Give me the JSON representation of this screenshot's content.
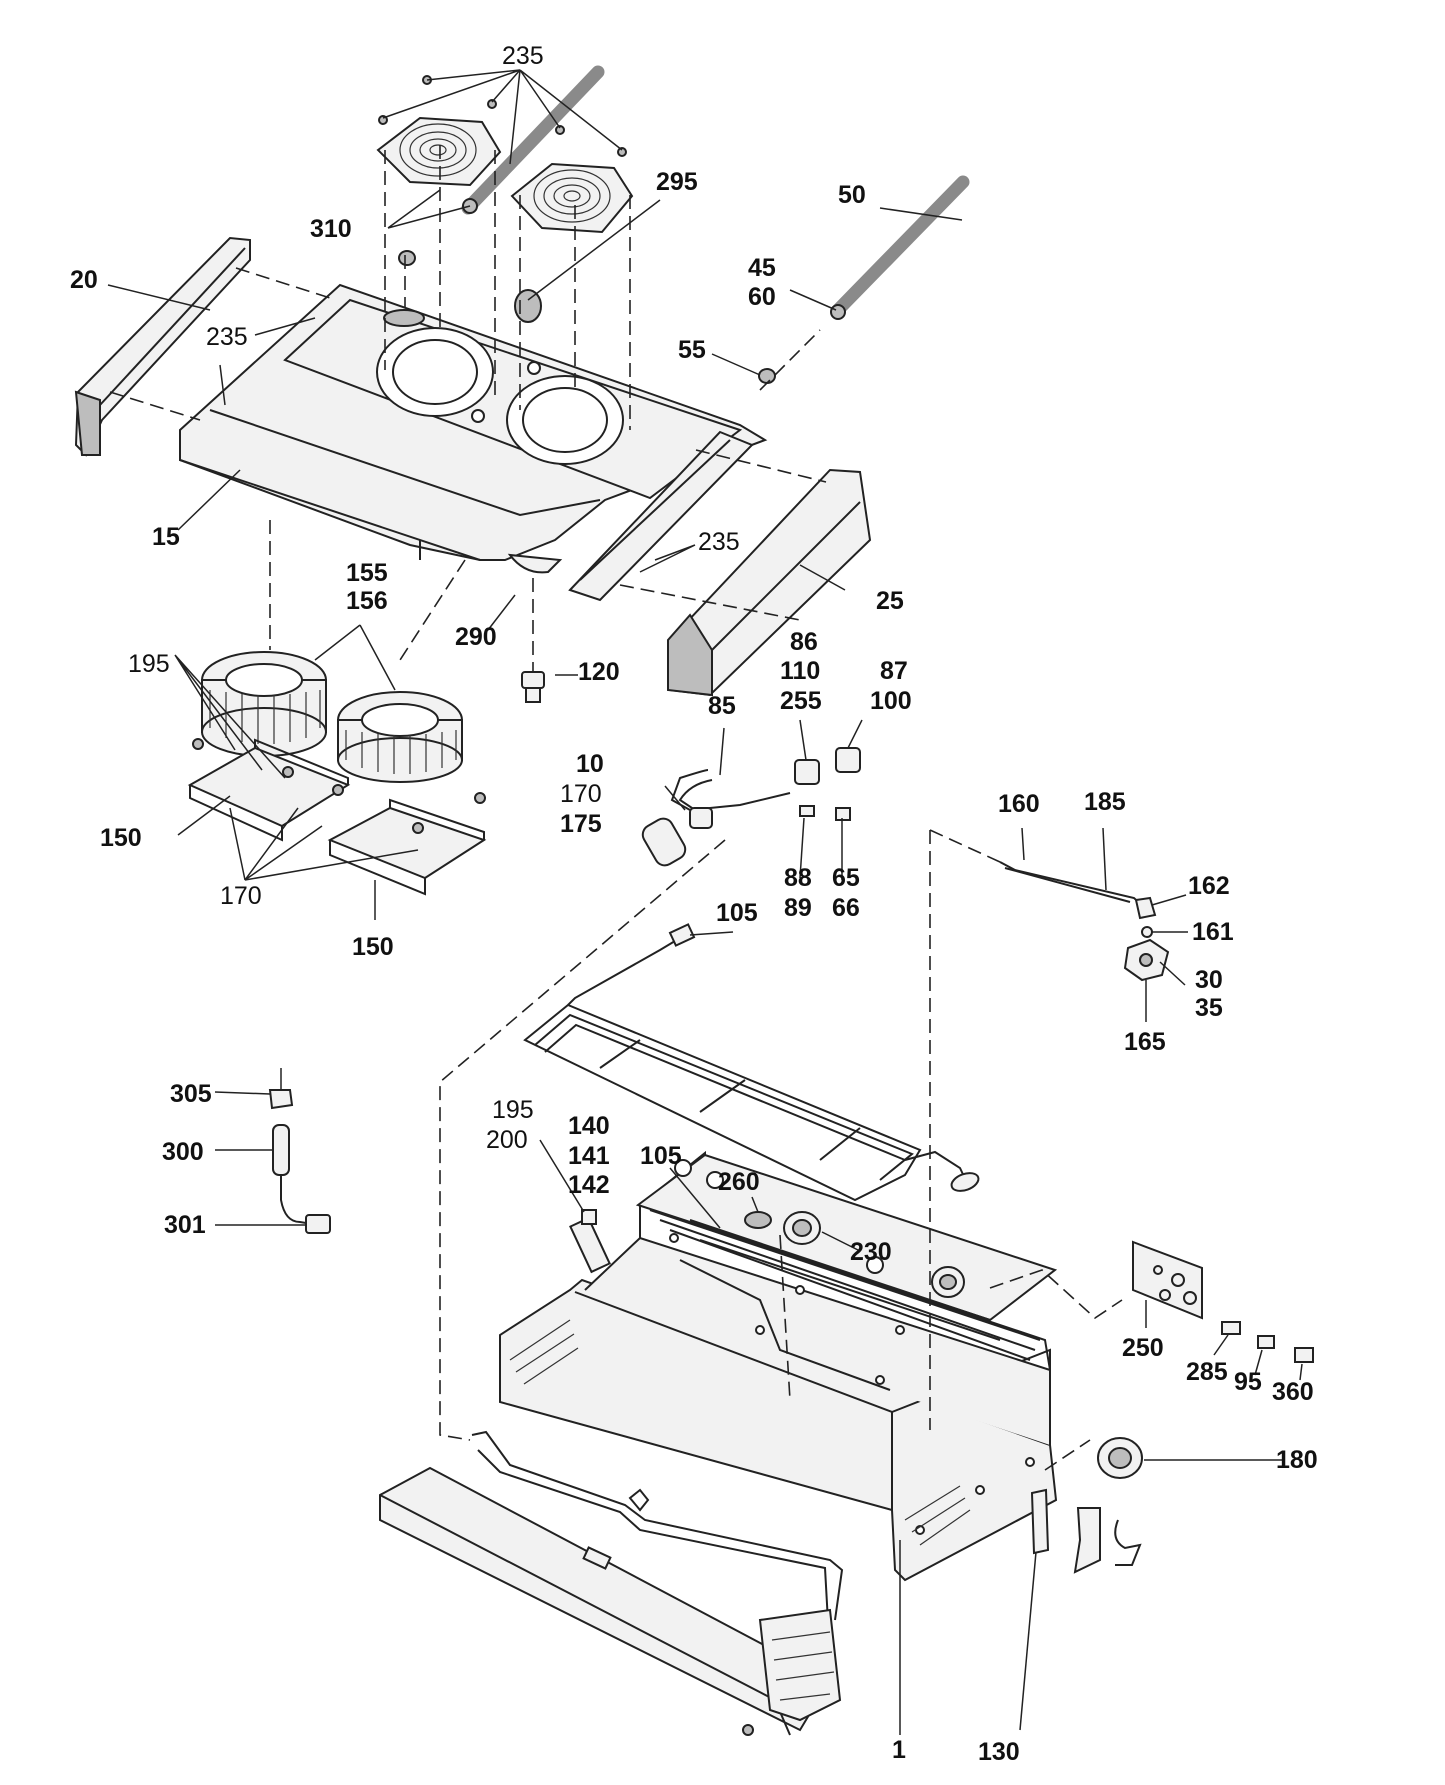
{
  "callouts": [
    {
      "text": "235",
      "weight": "thin"
    },
    {
      "text": "310",
      "weight": "bold"
    },
    {
      "text": "295",
      "weight": "bold"
    },
    {
      "text": "50",
      "weight": "bold"
    },
    {
      "text": "20",
      "weight": "bold"
    },
    {
      "text": "235",
      "weight": "thin"
    },
    {
      "text": "45",
      "weight": "bold"
    },
    {
      "text": "60",
      "weight": "bold"
    },
    {
      "text": "55",
      "weight": "bold"
    },
    {
      "text": "15",
      "weight": "bold"
    },
    {
      "text": "235",
      "weight": "thin"
    },
    {
      "text": "25",
      "weight": "bold"
    },
    {
      "text": "155",
      "weight": "bold"
    },
    {
      "text": "156",
      "weight": "bold"
    },
    {
      "text": "290",
      "weight": "bold"
    },
    {
      "text": "195",
      "weight": "thin"
    },
    {
      "text": "120",
      "weight": "bold"
    },
    {
      "text": "86",
      "weight": "bold"
    },
    {
      "text": "110",
      "weight": "bold"
    },
    {
      "text": "255",
      "weight": "bold"
    },
    {
      "text": "87",
      "weight": "bold"
    },
    {
      "text": "100",
      "weight": "bold"
    },
    {
      "text": "85",
      "weight": "bold"
    },
    {
      "text": "10",
      "weight": "bold"
    },
    {
      "text": "170",
      "weight": "thin"
    },
    {
      "text": "175",
      "weight": "bold"
    },
    {
      "text": "150",
      "weight": "bold"
    },
    {
      "text": "160",
      "weight": "bold"
    },
    {
      "text": "185",
      "weight": "bold"
    },
    {
      "text": "88",
      "weight": "bold"
    },
    {
      "text": "89",
      "weight": "bold"
    },
    {
      "text": "65",
      "weight": "bold"
    },
    {
      "text": "66",
      "weight": "bold"
    },
    {
      "text": "162",
      "weight": "bold"
    },
    {
      "text": "161",
      "weight": "bold"
    },
    {
      "text": "170",
      "weight": "thin"
    },
    {
      "text": "150",
      "weight": "bold"
    },
    {
      "text": "105",
      "weight": "bold"
    },
    {
      "text": "30",
      "weight": "bold"
    },
    {
      "text": "35",
      "weight": "bold"
    },
    {
      "text": "165",
      "weight": "bold"
    },
    {
      "text": "305",
      "weight": "bold"
    },
    {
      "text": "195",
      "weight": "thin"
    },
    {
      "text": "200",
      "weight": "thin"
    },
    {
      "text": "140",
      "weight": "bold"
    },
    {
      "text": "141",
      "weight": "bold"
    },
    {
      "text": "142",
      "weight": "bold"
    },
    {
      "text": "105",
      "weight": "bold"
    },
    {
      "text": "300",
      "weight": "bold"
    },
    {
      "text": "260",
      "weight": "bold"
    },
    {
      "text": "301",
      "weight": "bold"
    },
    {
      "text": "230",
      "weight": "bold"
    },
    {
      "text": "250",
      "weight": "bold"
    },
    {
      "text": "285",
      "weight": "bold"
    },
    {
      "text": "95",
      "weight": "bold"
    },
    {
      "text": "360",
      "weight": "bold"
    },
    {
      "text": "180",
      "weight": "bold"
    },
    {
      "text": "1",
      "weight": "bold"
    },
    {
      "text": "130",
      "weight": "bold"
    }
  ]
}
